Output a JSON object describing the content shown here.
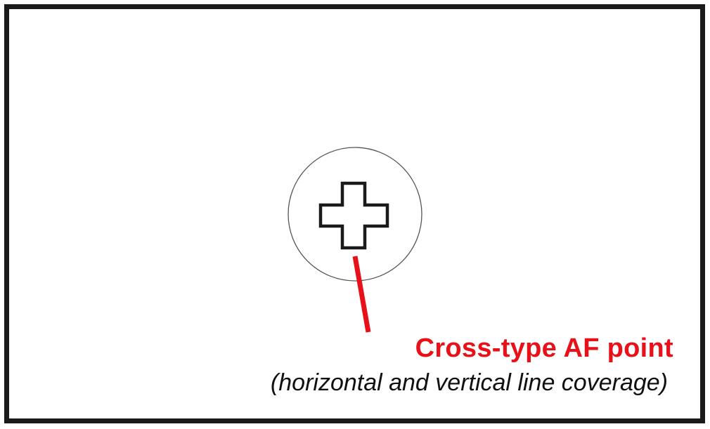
{
  "diagram": {
    "title": "Cross-type AF point",
    "subtitle": "(horizontal and vertical line coverage)",
    "colors": {
      "accent": "#e8111a",
      "frame": "#1a1a1a",
      "cross_outline": "#1a1a1a",
      "circle": "#555555",
      "background": "#ffffff"
    },
    "elements": {
      "frame": "viewfinder-frame",
      "circle": "af-area-circle",
      "cross": "cross-type-af-point-icon",
      "leader": "red-leader-line"
    }
  }
}
